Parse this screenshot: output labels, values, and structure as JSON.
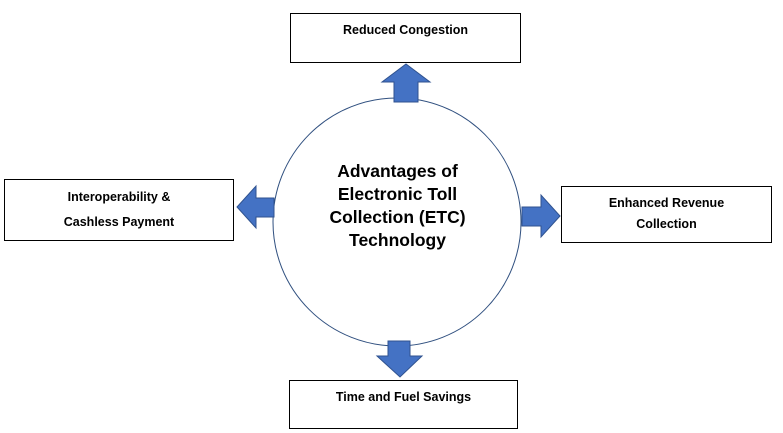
{
  "center": {
    "lines": [
      "Advantages of",
      "Electronic Toll",
      "Collection (ETC)",
      "Technology"
    ]
  },
  "advantages": {
    "top": {
      "lines": [
        "Reduced Congestion"
      ]
    },
    "left": {
      "lines": [
        "Interoperability &",
        "Cashless Payment"
      ]
    },
    "right": {
      "lines": [
        "Enhanced Revenue",
        "Collection"
      ]
    },
    "bottom": {
      "lines": [
        "Time and Fuel Savings"
      ]
    }
  },
  "colors": {
    "arrow_fill": "#4472c4",
    "arrow_stroke": "#2f528f",
    "circle_stroke": "#2f4f7f"
  }
}
